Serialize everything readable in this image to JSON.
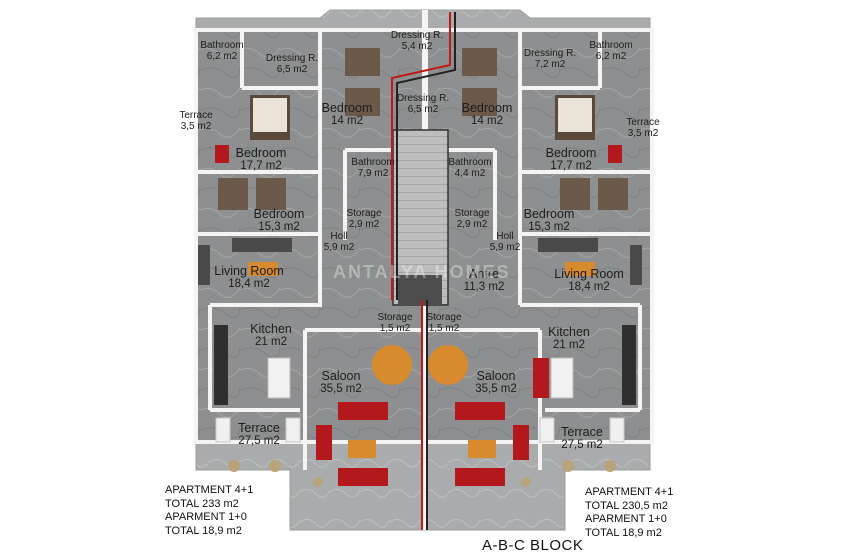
{
  "block_title": "A-B-C BLOCK",
  "watermark": "ANTALYA HOMES",
  "rooms": [
    {
      "id": "bathroom-left",
      "name": "Bathroom",
      "area": "6,2 m2",
      "size": "small"
    },
    {
      "id": "dressing-left",
      "name": "Dressing R.",
      "area": "6,5 m2",
      "size": "small"
    },
    {
      "id": "dressing-top",
      "name": "Dressing R.",
      "area": "5,4 m2",
      "size": "small"
    },
    {
      "id": "dressing-right",
      "name": "Dressing R.",
      "area": "7,2 m2",
      "size": "small"
    },
    {
      "id": "bathroom-right",
      "name": "Bathroom",
      "area": "6,2 m2",
      "size": "small"
    },
    {
      "id": "terrace-left-small",
      "name": "Terrace",
      "area": "3,5 m2",
      "size": "small"
    },
    {
      "id": "bedroom-left-center",
      "name": "Bedroom",
      "area": "14 m2",
      "size": "big"
    },
    {
      "id": "dressing-center",
      "name": "Dressing R.",
      "area": "6,5 m2",
      "size": "small"
    },
    {
      "id": "bedroom-right-center",
      "name": "Bedroom",
      "area": "14 m2",
      "size": "big"
    },
    {
      "id": "terrace-right-small",
      "name": "Terrace",
      "area": "3,5 m2",
      "size": "small"
    },
    {
      "id": "bedroom-left-master",
      "name": "Bedroom",
      "area": "17,7 m2",
      "size": "big"
    },
    {
      "id": "bathroom-center-left",
      "name": "Bathroom",
      "area": "7,9 m2",
      "size": "small"
    },
    {
      "id": "bathroom-center-right",
      "name": "Bathroom",
      "area": "4,4 m2",
      "size": "small"
    },
    {
      "id": "bedroom-right-master",
      "name": "Bedroom",
      "area": "17,7 m2",
      "size": "big"
    },
    {
      "id": "bedroom-left-3",
      "name": "Bedroom",
      "area": "15,3 m2",
      "size": "big"
    },
    {
      "id": "storage-left",
      "name": "Storage",
      "area": "2,9 m2",
      "size": "small"
    },
    {
      "id": "storage-right",
      "name": "Storage",
      "area": "2,9 m2",
      "size": "small"
    },
    {
      "id": "bedroom-right-3",
      "name": "Bedroom",
      "area": "15,3 m2",
      "size": "big"
    },
    {
      "id": "hall-left",
      "name": "Holl",
      "area": "5,9 m2",
      "size": "small"
    },
    {
      "id": "hall-right",
      "name": "Holl",
      "area": "5,9 m2",
      "size": "small"
    },
    {
      "id": "living-left",
      "name": "Living Room",
      "area": "18,4 m2",
      "size": "big"
    },
    {
      "id": "entrance",
      "name": "Antre",
      "area": "11,3 m2",
      "size": "big"
    },
    {
      "id": "living-right",
      "name": "Living Room",
      "area": "18,4 m2",
      "size": "big"
    },
    {
      "id": "storage-left-small",
      "name": "Storage",
      "area": "1,5 m2",
      "size": "small"
    },
    {
      "id": "storage-right-small",
      "name": "Storage",
      "area": "1,5 m2",
      "size": "small"
    },
    {
      "id": "kitchen-left",
      "name": "Kitchen",
      "area": "21 m2",
      "size": "big"
    },
    {
      "id": "kitchen-right",
      "name": "Kitchen",
      "area": "21 m2",
      "size": "big"
    },
    {
      "id": "saloon-left",
      "name": "Saloon",
      "area": "35,5 m2",
      "size": "big"
    },
    {
      "id": "saloon-right",
      "name": "Saloon",
      "area": "35,5 m2",
      "size": "big"
    },
    {
      "id": "terrace-left",
      "name": "Terrace",
      "area": "27,5 m2",
      "size": "big"
    },
    {
      "id": "terrace-right",
      "name": "Terrace",
      "area": "27,5 m2",
      "size": "big"
    }
  ],
  "summary_left": [
    "APARTMENT 4+1",
    "TOTAL 233 m2",
    "APARMENT 1+0",
    "TOTAL 18,9 m2"
  ],
  "summary_right": [
    "APARTMENT 4+1",
    "TOTAL 230,5 m2",
    "APARMENT 1+0",
    "TOTAL 18,9 m2"
  ],
  "colors": {
    "floor": "#8e9091",
    "wall": "#f4f4f4",
    "sofa_red": "#b3181c",
    "table_wood": "#d88a2e",
    "rug_brown": "#5a4a3a",
    "stair_line": "#c01818"
  }
}
